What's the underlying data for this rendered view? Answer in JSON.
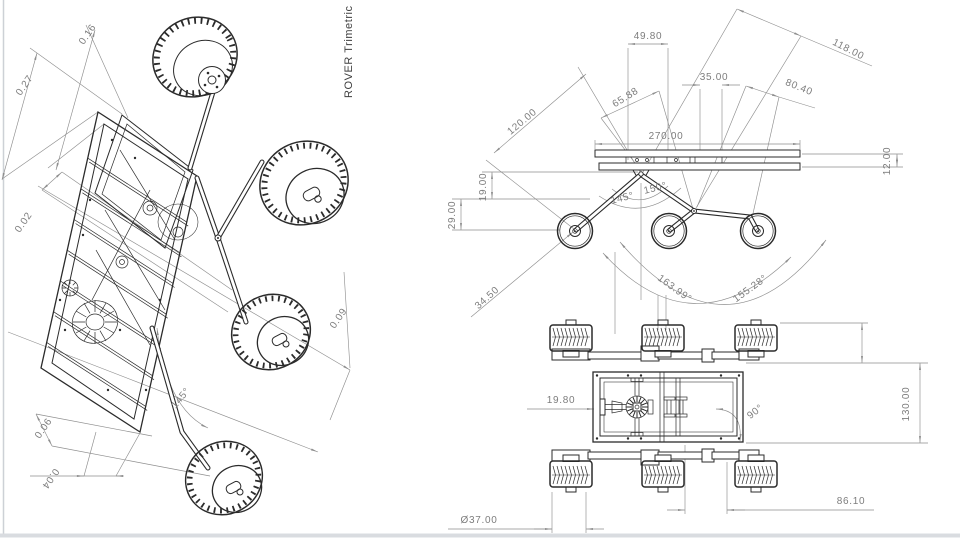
{
  "sheet": {
    "view_title": "ROVER Trimetric"
  },
  "colors": {
    "background": "#ffffff",
    "model_line": "#2b2b2b",
    "dimension_line": "#8e8e8e",
    "dimension_text": "#7d7d7d",
    "sheet_edge": "#d4d7db"
  },
  "trimetric_view": {
    "dims": {
      "d0_16": "0.16",
      "d0_27": "0.27",
      "d0_02": "0.02",
      "d0_06": "0.06",
      "d0_04": "0.04",
      "d0_09": "0.09",
      "a145": "145°"
    }
  },
  "side_view": {
    "dims": {
      "d49_80": "49.80",
      "d35_00": "35.00",
      "d65_88": "65.88",
      "d80_40": "80.40",
      "d118_00": "118.00",
      "d120_00": "120.00",
      "d270_00": "270.00",
      "d12_00": "12.00",
      "d19_00": "19.00",
      "d29_00": "29.00",
      "d34_50": "34.50",
      "a145": "145°",
      "a150": "150°",
      "a163_99": "163.99°",
      "a155_28": "155.28°"
    }
  },
  "top_view": {
    "dims": {
      "d19_80": "19.80",
      "a90": "90°",
      "d130_00": "130.00",
      "d86_10": "86.10",
      "dia37_00": "Ø37.00"
    }
  }
}
